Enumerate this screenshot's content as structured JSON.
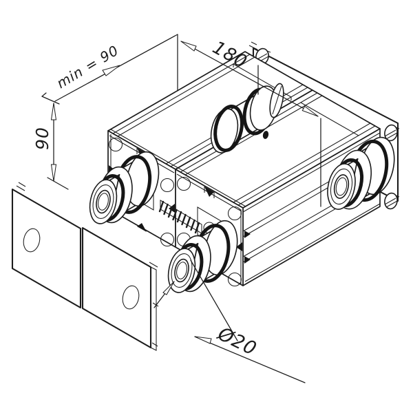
{
  "drawing": {
    "background_color": "#ffffff",
    "line_color": "#1c1c1c",
    "labels": {
      "min_gap": "min = 90",
      "height": "90",
      "width": "180",
      "roller_diameter": "Ø20"
    },
    "values": {
      "min_gap_mm": 90,
      "height_mm": 90,
      "width_mm": 180,
      "roller_diameter_mm": 20
    }
  }
}
